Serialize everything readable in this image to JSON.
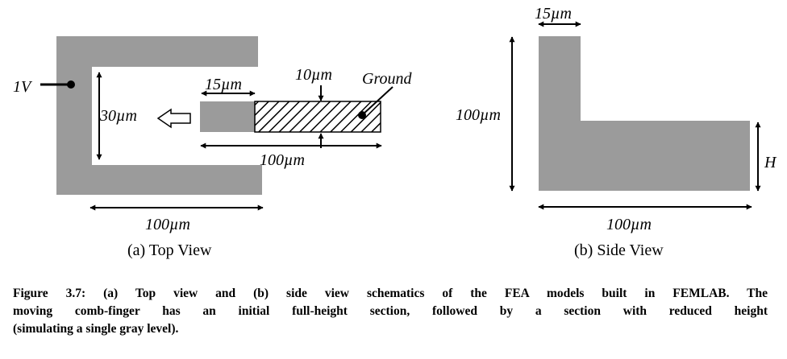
{
  "top_view": {
    "voltage_label": "1V",
    "height_label": "30µm",
    "finger_width_label": "15µm",
    "gap_label": "10µm",
    "ground_label": "Ground",
    "finger_length_label": "100µm",
    "electrode_length_label": "100µm",
    "caption": "(a) Top View"
  },
  "side_view": {
    "width_label": "15µm",
    "height_label": "100µm",
    "reduced_height_label": "H",
    "length_label": "100µm",
    "caption": "(b) Side View"
  },
  "colors": {
    "electrode_fill": "#9b9b9b",
    "line": "#000000"
  },
  "caption": {
    "lines": [
      "Figure 3.7: (a) Top view and (b) side view schematics of the FEA models built in FEMLAB.  The",
      "moving comb-finger has an initial full-height section, followed by a section with reduced height",
      "(simulating a single gray level)."
    ]
  }
}
